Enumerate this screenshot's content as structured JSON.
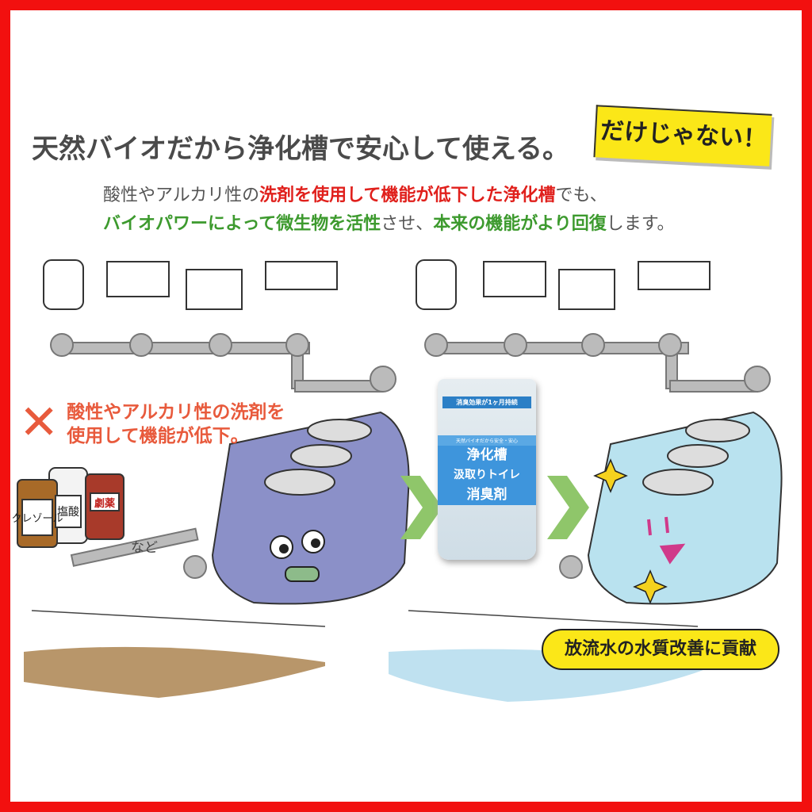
{
  "headline": "天然バイオだから浄化槽で安心して使える。",
  "badge": "だけじゃない！",
  "line1": {
    "a": "酸性やアルカリ性の",
    "b": "洗剤を使用して機能が低下した浄化槽",
    "c": "でも、"
  },
  "line2": {
    "a": "バイオパワーによって微生物を活性",
    "b": "させ、",
    "c": "本来の機能がより回復",
    "d": "します。"
  },
  "warning": {
    "icon": "cross-icon",
    "line1": "酸性やアルカリ性の洗剤を",
    "line2": "使用して機能が低下。"
  },
  "bottles": [
    "クレゾール",
    "塩酸",
    "劇薬"
  ],
  "etc": "など",
  "product": {
    "tag": "消臭効果が1ヶ月持続",
    "band": "天然バイオだから安全・安心",
    "name1": "浄化槽",
    "name2": "汲取りトイレ",
    "name3": "消臭剤"
  },
  "result": "放流水の水質改善に貢献",
  "colors": {
    "border": "#f2100f",
    "red": "#e0201c",
    "green": "#3d9a2e",
    "yellow": "#fbe718"
  }
}
